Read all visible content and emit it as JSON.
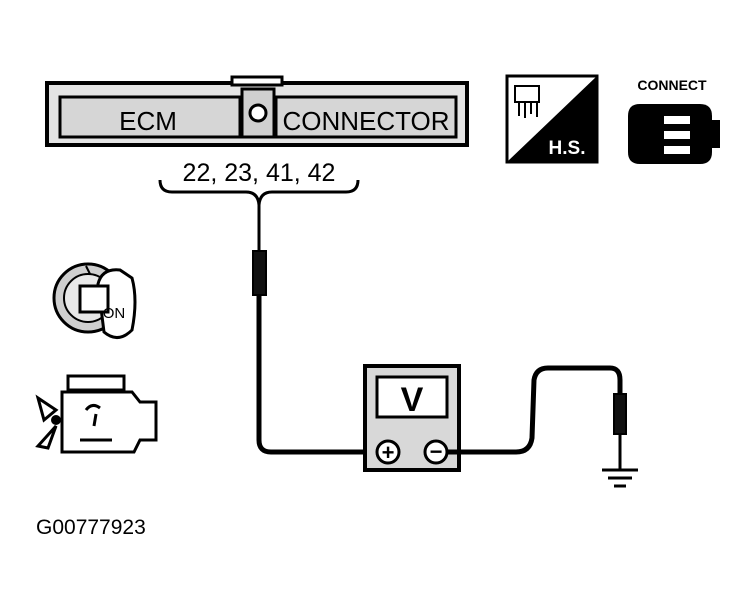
{
  "connector": {
    "left_label": "ECM",
    "right_label": "CONNECTOR",
    "pins": "22, 23, 41, 42"
  },
  "harness_icon": {
    "label": "H.S."
  },
  "connect_icon": {
    "label": "CONNECT"
  },
  "ignition_key": {
    "label": "ON"
  },
  "meter": {
    "symbol": "V",
    "positive": "+",
    "negative": "−"
  },
  "figure_id": "G00777923",
  "colors": {
    "ink": "#000000",
    "fill_light": "#d8d8d8",
    "background": "#ffffff"
  }
}
